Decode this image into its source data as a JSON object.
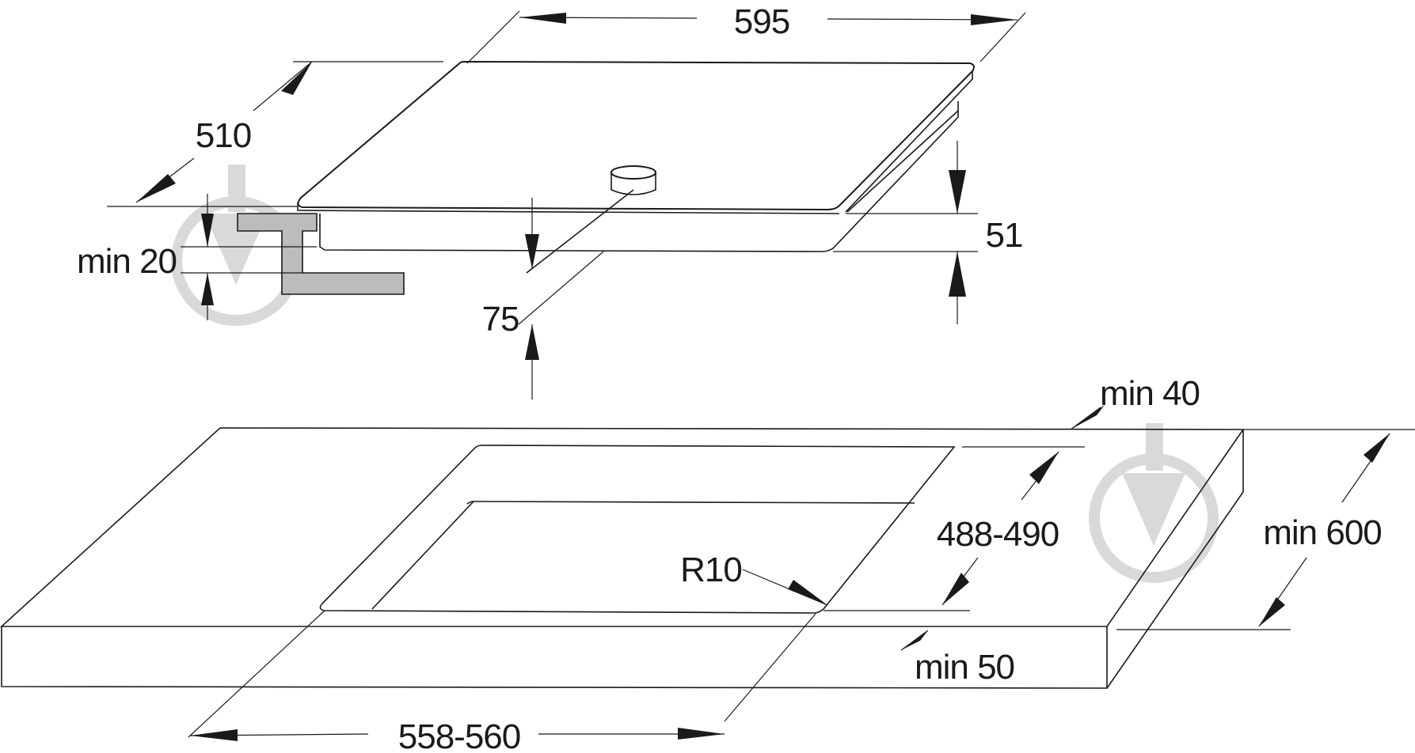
{
  "diagram": {
    "hob_dimensions": {
      "width": "595",
      "depth": "510",
      "height": "51",
      "clearance_front": "75",
      "clearance_side": "min 20"
    },
    "cutout_dimensions": {
      "cutout_depth": "488-490",
      "cutout_width": "558-560",
      "corner_radius": "R10",
      "back_margin": "min 40",
      "front_margin": "min 50",
      "worktop_depth": "min 600"
    },
    "colors": {
      "line": "#1a1a1a",
      "bracket": "#bcbcbc",
      "watermark": "#d9d9d9"
    }
  }
}
